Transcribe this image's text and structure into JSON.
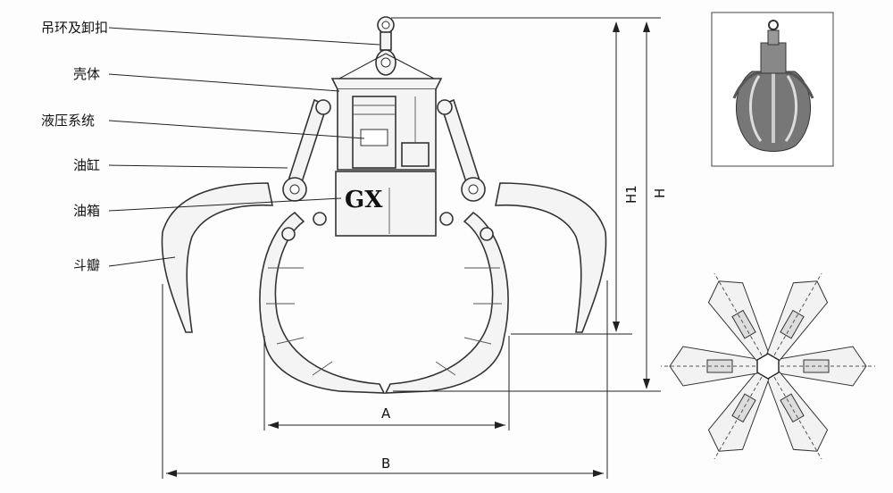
{
  "labels": {
    "lifting_ring": "吊环及卸扣",
    "housing": "壳体",
    "hydraulic_system": "液压系统",
    "cylinder": "油缸",
    "oil_tank": "油箱",
    "bucket_petal": "斗瓣"
  },
  "logo": "GX",
  "dimensions": {
    "a": "A",
    "b": "B",
    "h1": "H1",
    "h": "H"
  }
}
